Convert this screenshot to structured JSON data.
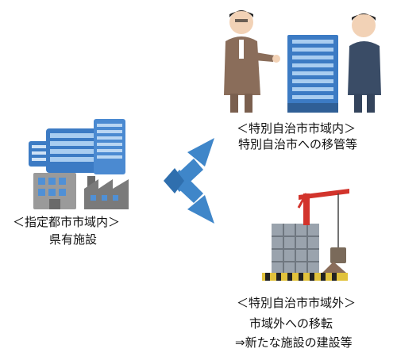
{
  "left_group": {
    "heading": "＜指定都市市域内＞",
    "subtitle": "県有施設"
  },
  "top_right_group": {
    "heading": "＜特別自治市市域内＞",
    "subtitle": "特別自治市への移管等"
  },
  "bottom_right_group": {
    "heading": "＜特別自治市市域外＞",
    "line1": "市域外への移転",
    "line2": "⇒新たな施設の建設等"
  },
  "colors": {
    "arrow": "#3f86c9",
    "arrow_dark": "#2f6fae",
    "building_blue": "#3c7bc4",
    "building_glass": "#8fb9e6",
    "building_gray": "#9a9a9a",
    "suit_brown": "#8a6d5a",
    "suit_navy": "#3a4c66",
    "crane_red": "#d2342c",
    "crane_gray": "#9aa3ad"
  },
  "icons": [
    "office-buildings-icon",
    "public-building-icon",
    "factory-icon",
    "businessmen-handshake-icon",
    "skyscraper-icon",
    "construction-crane-icon",
    "bidirectional-arrow-icon"
  ]
}
